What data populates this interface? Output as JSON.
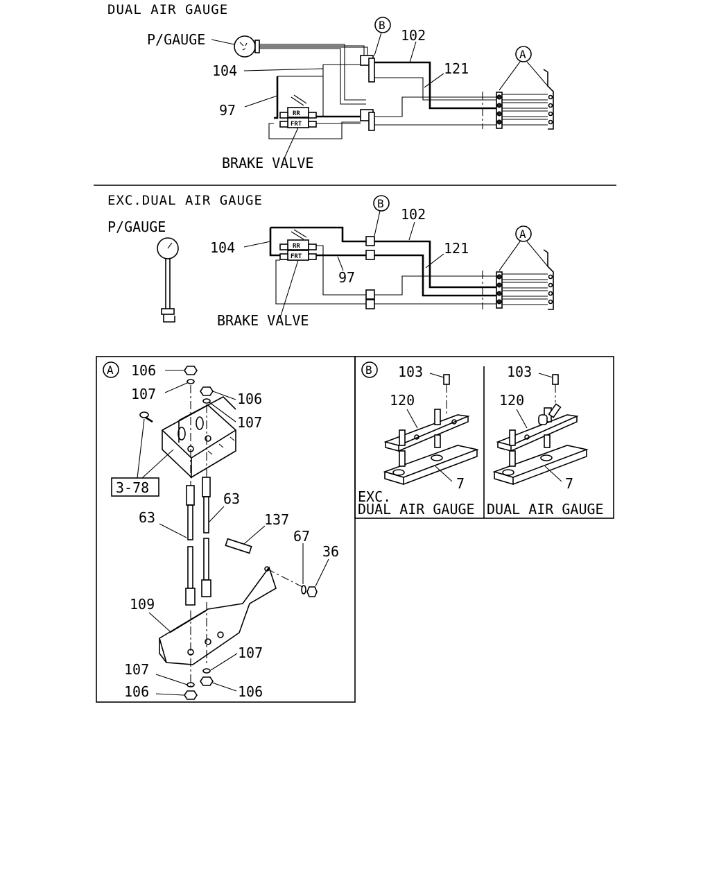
{
  "sections": {
    "dual": {
      "title": "DUAL AIR GAUGE",
      "pgauge": "P/GAUGE",
      "brake_valve": "BRAKE VALVE",
      "valve_rr": "RR",
      "valve_frt": "FRT",
      "callouts": {
        "c102": "102",
        "c104": "104",
        "c121": "121",
        "c97": "97",
        "ref_a": "A",
        "ref_b": "B"
      }
    },
    "exc": {
      "title": "EXC.DUAL AIR GAUGE",
      "pgauge": "P/GAUGE",
      "brake_valve": "BRAKE VALVE",
      "valve_rr": "RR",
      "valve_frt": "FRT",
      "callouts": {
        "c102": "102",
        "c104": "104",
        "c121": "121",
        "c97": "97",
        "ref_a": "A",
        "ref_b": "B"
      }
    }
  },
  "detail_a": {
    "ref": "A",
    "ref_box": "3-78",
    "callouts": {
      "n106_a": "106",
      "n107_a": "107",
      "n106_b": "106",
      "n107_b": "107",
      "n63_a": "63",
      "n63_b": "63",
      "n137": "137",
      "n67": "67",
      "n36": "36",
      "n109": "109",
      "n107_c": "107",
      "n107_d": "107",
      "n106_c": "106",
      "n106_d": "106"
    }
  },
  "detail_b": {
    "ref": "B",
    "left": {
      "c103": "103",
      "c120": "120",
      "c7": "7",
      "caption_line1": "EXC.",
      "caption_line2": "DUAL AIR GAUGE"
    },
    "right": {
      "c103": "103",
      "c120": "120",
      "c7": "7",
      "caption": "DUAL AIR GAUGE"
    }
  }
}
